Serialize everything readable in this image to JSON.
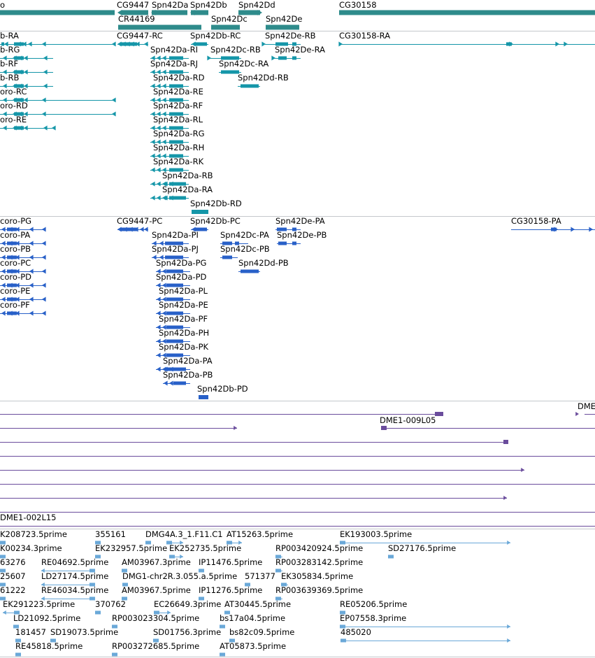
{
  "colors": {
    "gene": "#2e8b8b",
    "transcript_core": "#1496a8",
    "transcript_pred": "#2860c8",
    "clone": "#6a4c9c",
    "est": "#6aa8d8",
    "separator": "#c4c8cc"
  },
  "tracks": {
    "gene_spans": {
      "labels": [
        "o",
        "CG9447",
        "Spn42Da",
        "Spn42Db",
        "Spn42Dd",
        "CG30158",
        "CR44169",
        "Spn42Dc",
        "Spn42De"
      ]
    },
    "core_transcripts": {
      "labels": [
        "b-RA",
        "b-RG",
        "b-RF",
        "b-RB",
        "oro-RC",
        "oro-RD",
        "oro-RE",
        "CG9447-RC",
        "Spn42Db-RC",
        "Spn42De-RB",
        "CG30158-RA",
        "Spn42Da-RI",
        "Spn42Dc-RB",
        "Spn42De-RA",
        "Spn42Da-RJ",
        "Spn42Dc-RA",
        "Spn42Da-RD",
        "Spn42Dd-RB",
        "Spn42Da-RE",
        "Spn42Da-RF",
        "Spn42Da-RL",
        "Spn42Da-RG",
        "Spn42Da-RH",
        "Spn42Da-RK",
        "Spn42Da-RB",
        "Spn42Da-RA",
        "Spn42Db-RD"
      ]
    },
    "predicted_transcripts": {
      "labels": [
        "coro-PG",
        "coro-PA",
        "coro-PB",
        "coro-PC",
        "coro-PD",
        "coro-PE",
        "coro-PF",
        "CG9447-PC",
        "Spn42Db-PC",
        "Spn42De-PA",
        "CG30158-PA",
        "Spn42Da-PI",
        "Spn42Dc-PA",
        "Spn42De-PB",
        "Spn42Da-PJ",
        "Spn42Dc-PB",
        "Spn42Da-PG",
        "Spn42Dd-PB",
        "Spn42Da-PD",
        "Spn42Da-PL",
        "Spn42Da-PE",
        "Spn42Da-PF",
        "Spn42Da-PH",
        "Spn42Da-PK",
        "Spn42Da-PA",
        "Spn42Da-PB",
        "Spn42Db-PD"
      ]
    },
    "clones": {
      "labels": [
        "DME",
        "DME1-009L05",
        "DME1-002L15"
      ]
    },
    "ests": {
      "labels": [
        "K208723.5prime",
        "355161",
        "DMG4A.3_1.F11.C1",
        "AT15263.5prime",
        "EK193003.5prime",
        "K00234.3prime",
        "EK232957.5prime",
        "EK252735.5prime",
        "RP003420924.5prime",
        "SD27176.5prime",
        "63276",
        "RE04692.5prime",
        "AM03967.3prime",
        "IP11476.5prime",
        "RP003283142.5prime",
        "25607",
        "LD27174.5prime",
        "DMG1-chr2R.3.055.a.5prime",
        "571377",
        "EK305834.5prime",
        "61222",
        "RE46034.5prime",
        "AM03967.5prime",
        "IP11276.5prime",
        "RP003639369.5prime",
        "EK291223.5prime",
        "370762",
        "EC26649.3prime",
        "AT30445.5prime",
        "RE05206.5prime",
        "LD21092.5prime",
        "RP003023304.5prime",
        "bs17a04.5prime",
        "EP07558.3prime",
        "181457",
        "SD19073.5prime",
        "SD01756.3prime",
        "bs82c09.5prime",
        "485020",
        "RE45818.5prime",
        "RP003272685.5prime",
        "AT05873.5prime"
      ]
    }
  }
}
